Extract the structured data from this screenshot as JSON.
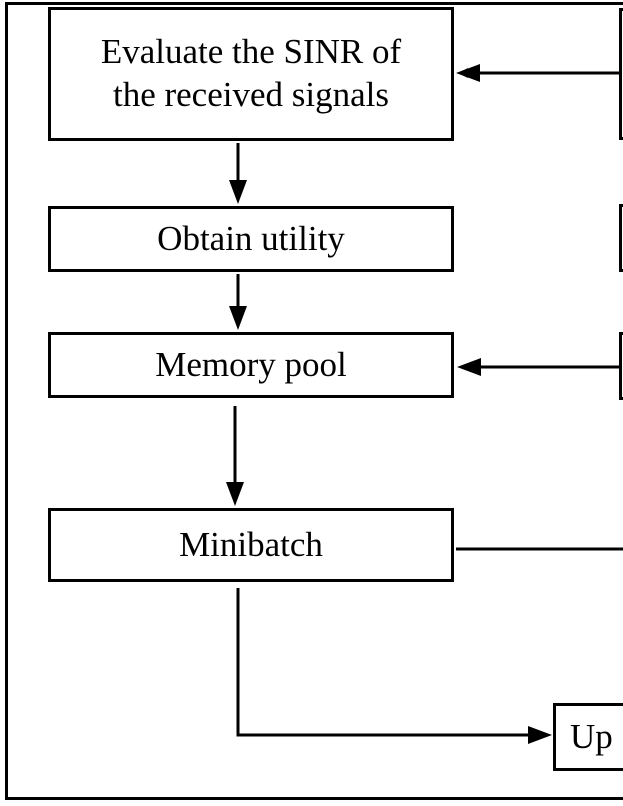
{
  "nodes": {
    "evaluate_sinr": {
      "line1": "Evaluate the SINR of",
      "line2": "the received signals"
    },
    "obtain_utility": "Obtain utility",
    "memory_pool": "Memory pool",
    "minibatch": "Minibatch",
    "update_partial": "Up"
  },
  "colors": {
    "stroke": "#000000",
    "background": "#ffffff"
  }
}
